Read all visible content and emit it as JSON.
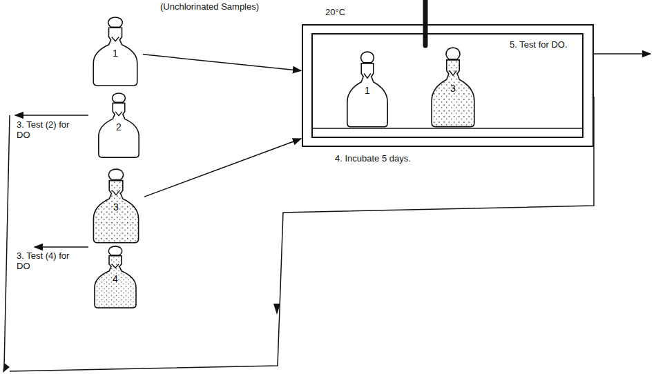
{
  "diagram": {
    "nodes": [
      {
        "text": [
          "1"
        ]
      },
      {
        "text": [
          "2"
        ]
      },
      {
        "text": [
          "3"
        ]
      },
      {
        "text": [
          "4"
        ]
      },
      {
        "text": [
          "20°C",
          "4. Incubate 5 days."
        ]
      },
      {
        "text": [
          "1"
        ],
        "in": 4
      },
      {
        "text": [
          "3"
        ],
        "in": 4
      }
    ],
    "edges": [
      {
        "from": 0,
        "to": 4,
        "arrow": "to"
      },
      {
        "from": 2,
        "to": 4,
        "arrow": "to"
      }
    ],
    "labels": [
      "(Unchlorinated Samples)",
      "3. Test (2) for DO",
      "3. Test (4) for DO",
      "5. Test for DO."
    ]
  }
}
